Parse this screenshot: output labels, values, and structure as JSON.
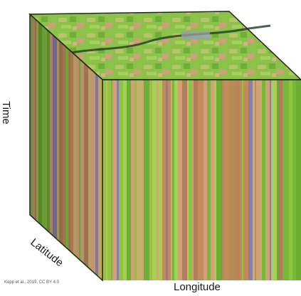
{
  "axes": {
    "time": "Time",
    "latitude": "Latitude",
    "longitude": "Longitude"
  },
  "credit": "Kopp et al., 2019, CC BY 4.0",
  "colors": {
    "vegetation_green": "#7fc23a",
    "bare_soil_tan": "#c58a5a",
    "water_purple": "#8a7fa8",
    "edge_dark": "#1e2a14"
  }
}
